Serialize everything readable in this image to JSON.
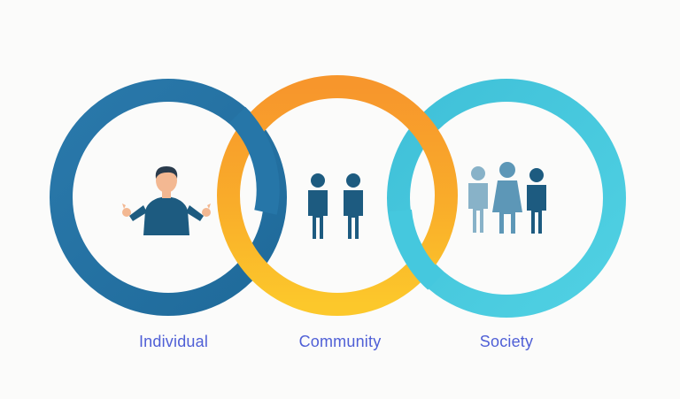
{
  "colors": {
    "individual_ring": "#2676a8",
    "community_ring_top": "#f7982d",
    "community_ring_bottom": "#fbc62a",
    "society_ring": "#43c6dc",
    "label_text": "#4f5fd6",
    "figure_dark": "#1d5b80",
    "figure_mid": "#3f84a8",
    "figure_light": "#88b2c8",
    "skin": "#f3b892",
    "hair": "#2a3b4c"
  },
  "icons": {
    "individual": "person-shrugging-icon",
    "community": "two-people-icon",
    "society": "family-group-icon"
  },
  "labels": {
    "individual": "Individual",
    "community": "Community",
    "society": "Society"
  }
}
